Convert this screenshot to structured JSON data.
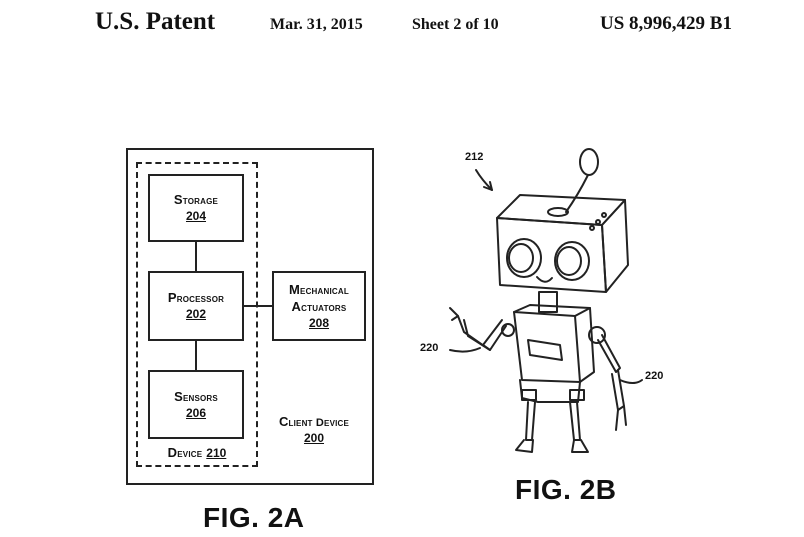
{
  "header": {
    "title": "U.S. Patent",
    "date": "Mar. 31, 2015",
    "sheet": "Sheet 2 of 10",
    "patent_number": "US 8,996,429 B1"
  },
  "fig2a": {
    "storage": {
      "name": "Storage",
      "ref": "204"
    },
    "processor": {
      "name": "Processor",
      "ref": "202"
    },
    "sensors": {
      "name": "Sensors",
      "ref": "206"
    },
    "actuators": {
      "name_line1": "Mechanical",
      "name_line2": "Actuators",
      "ref": "208"
    },
    "device": {
      "name": "Device",
      "ref": "210"
    },
    "client_device": {
      "name": "Client Device",
      "ref": "200"
    },
    "caption": "FIG. 2A"
  },
  "fig2b": {
    "robot_ref": "212",
    "arm_ref_left": "220",
    "arm_ref_right": "220",
    "caption": "FIG. 2B"
  }
}
